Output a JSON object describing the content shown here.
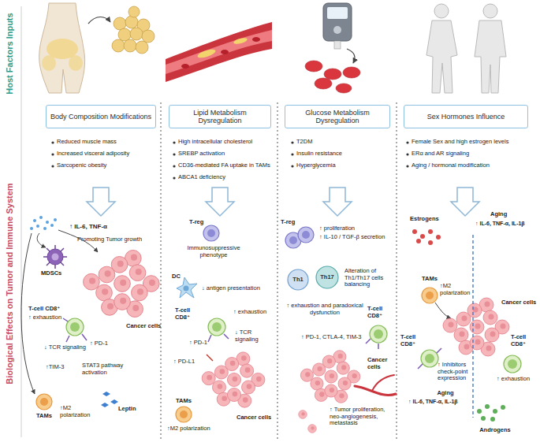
{
  "diagram": {
    "nodes": [
      {
        "text": [
          "Body Composition Modifications"
        ]
      },
      {
        "text": [
          "Lipid Metabolism Dysregulation"
        ]
      },
      {
        "text": [
          "Glucose Metabolism Dysregulation"
        ]
      },
      {
        "text": [
          "Sex Hormones Influence"
        ]
      },
      {
        "text": [
          "Th1"
        ]
      },
      {
        "text": [
          "Th17"
        ]
      }
    ],
    "labels": [
      "Host Factors Inputs",
      "Reduced muscle mass",
      "Increased visceral adiposity",
      "Sarcopenic obesity",
      "High intracellular cholesterol",
      "SREBP activation",
      "CD36-mediated FA uptake in TAMs",
      "ABCA1 deficiency",
      "T2DM",
      "Insulin resistance",
      "Hyperglycemia",
      "Female Sex and high estrogen levels",
      "ERα and AR signaling",
      "Aging / hormonal modification",
      "Biological Effects on Tumor and Immune System",
      "↑ IL-6, TNF-α",
      "Promoting Tumor growth",
      "MDSCs",
      "T-cell CD8⁺",
      "↑ exhaustion",
      "↓ TCR signaling",
      "↑ PD-1",
      "↑TIM-3",
      "STAT3 pathway activation",
      "Leptin",
      "TAMs",
      "↑M2 polarization",
      "Cancer cells",
      "T-reg",
      "Immunosuppressive phenotype",
      "DC",
      "↓ antigen presentation",
      "T-cell CD8⁺",
      "↑ exhaustion",
      "↑ PD-1",
      "↓ TCR signaling",
      "↑ PD-L1",
      "TAMs",
      "↑M2 polarization",
      "Cancer cells",
      "T-reg",
      "↑ proliferation",
      "↑ IL-10 / TGF-β secretion",
      "Alteration of Th1/Th17 cells balancing",
      "↑ exhaustion and paradoxical dysfunction",
      "T-cell CD8⁺",
      "↑ PD-1, CTLA-4, TIM-3",
      "Cancer cells",
      "↑ Tumor proliferation, neo-angiogenesis, metastasis",
      "Estrogens",
      "Aging",
      "↑ IL-6, TNF-α, IL-1β",
      "TAMs",
      "↑M2 polarization",
      "Cancer cells",
      "T-cell CD8⁺",
      "↑ Inhibitors check-point expression",
      "T-cell CD8⁺",
      "↑ exhaustion",
      "Aging",
      "↑ IL-6, TNF-α, IL-1β",
      "Androgens"
    ]
  }
}
